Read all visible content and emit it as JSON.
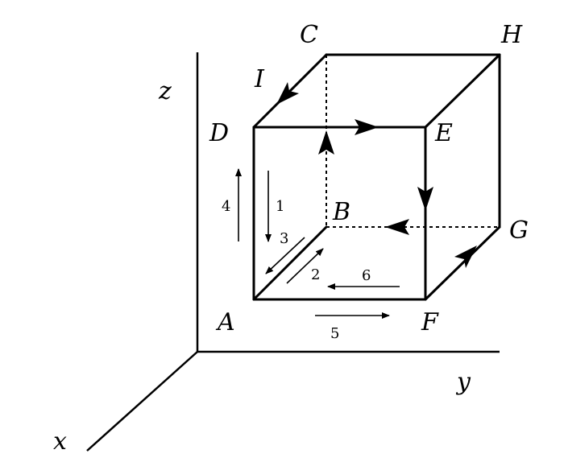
{
  "axes": {
    "z": "z",
    "y": "y",
    "x": "x"
  },
  "vertices": {
    "A": "A",
    "B": "B",
    "C": "C",
    "D": "D",
    "E": "E",
    "F": "F",
    "G": "G",
    "H": "H",
    "I": "I"
  },
  "path_steps": [
    "1",
    "2",
    "3",
    "4",
    "5",
    "6"
  ]
}
